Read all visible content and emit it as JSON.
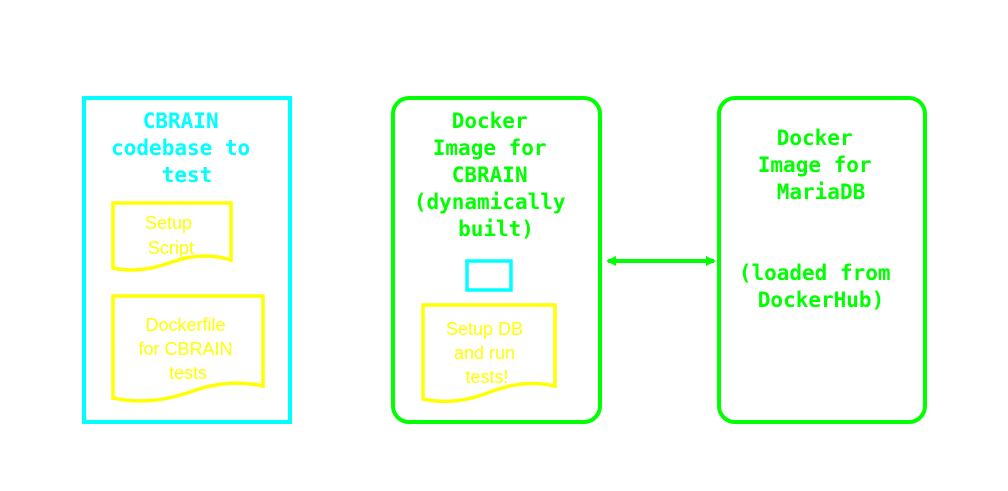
{
  "colors": {
    "cyan": "#00ffff",
    "green": "#00ff00",
    "yellow": "#ffff00",
    "background": "#ffffff"
  },
  "cbrain_box": {
    "title_lines": [
      "CBRAIN",
      "codebase to",
      "test"
    ],
    "setup_script_lines": [
      "Setup",
      "Script"
    ],
    "dockerfile_lines": [
      "Dockerfile",
      "for CBRAIN",
      "tests"
    ]
  },
  "docker_cbrain_box": {
    "title_lines": [
      "Docker",
      "Image for",
      "CBRAIN",
      "(dynamically",
      "built)"
    ],
    "setup_db_lines": [
      "Setup DB",
      "and run",
      "tests!"
    ]
  },
  "docker_mariadb_box": {
    "title_lines": [
      "Docker",
      "Image for",
      "MariaDB"
    ],
    "note_lines": [
      "(loaded from",
      "DockerHub)"
    ]
  },
  "connector": {
    "type": "bidirectional-arrow"
  }
}
